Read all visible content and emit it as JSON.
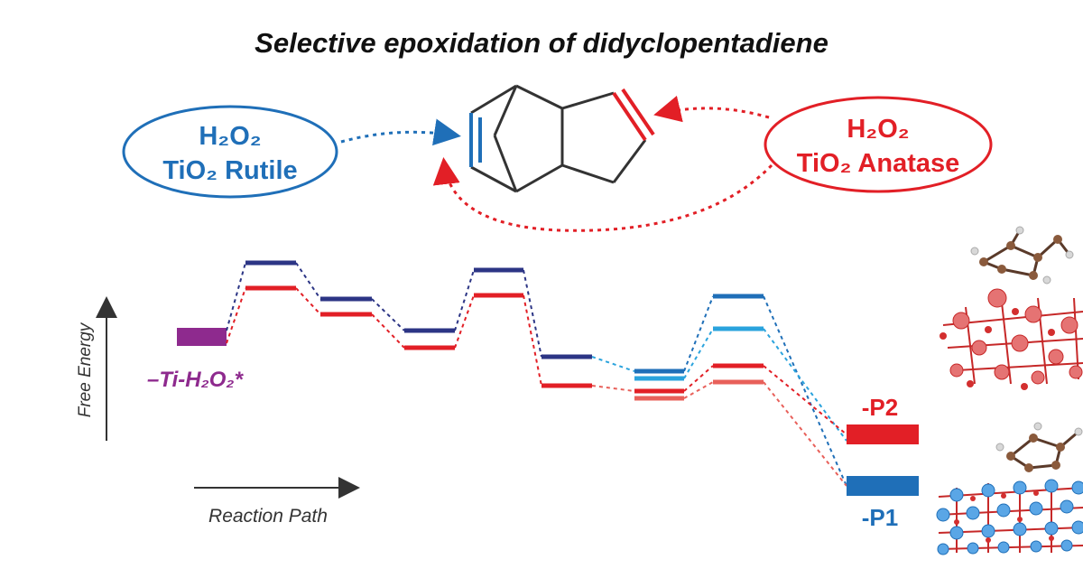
{
  "title": "Selective epoxidation of didyclopentadiene",
  "rutile_label": {
    "line1": "H₂O₂",
    "line2": "TiO₂ Rutile",
    "color": "#1f6fb8"
  },
  "anatase_label": {
    "line1": "H₂O₂",
    "line2": "TiO₂ Anatase",
    "color": "#e21f26"
  },
  "axes": {
    "y_label": "Free Energy",
    "x_label": "Reaction Path"
  },
  "start_label": "–Ti-H₂O₂*",
  "products": {
    "p2": "-P2",
    "p1": "-P1"
  },
  "colors": {
    "rutile": "#1f6fb8",
    "rutile_light": "#2aa3dd",
    "anatase": "#e21f26",
    "anatase_light": "#e8605a",
    "navy": "#2c3585",
    "start": "#8e2a8e",
    "axis": "#333333"
  }
}
